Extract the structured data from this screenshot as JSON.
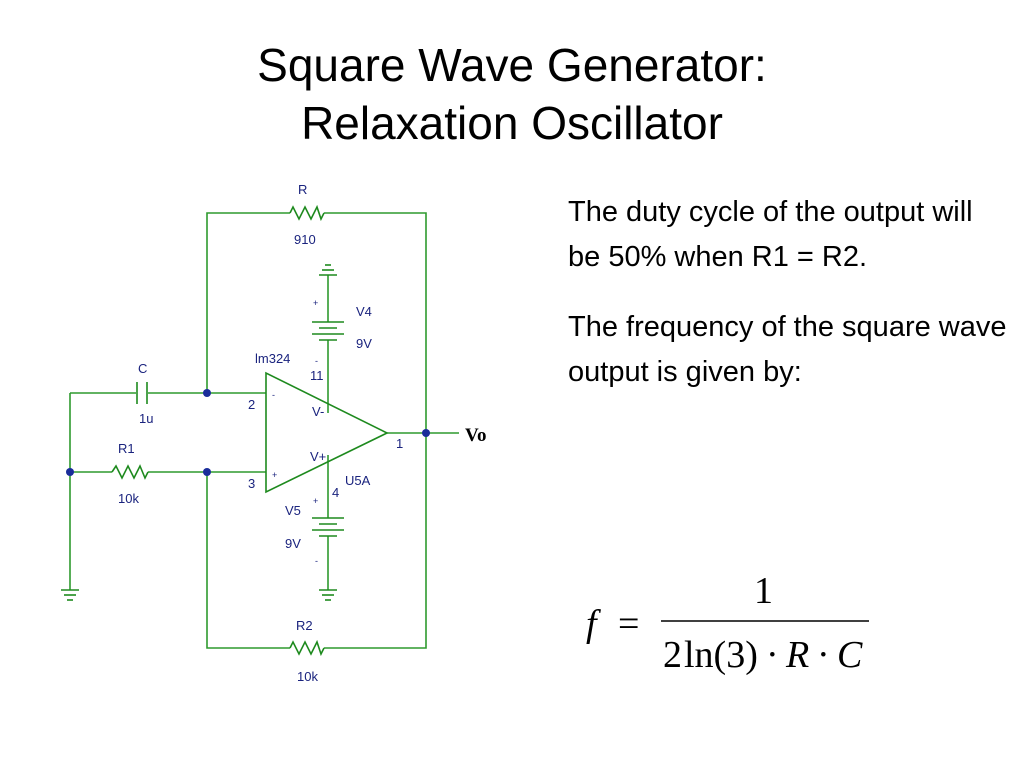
{
  "slide": {
    "title_line1": "Square Wave Generator:",
    "title_line2": "Relaxation Oscillator",
    "paragraph1": "The duty cycle of the output will be 50% when R1 = R2.",
    "paragraph2": "The frequency of the square wave output is given by:"
  },
  "circuit": {
    "r_name": "R",
    "r_value": "910",
    "v4_name": "V4",
    "v4_value": "9V",
    "v5_name": "V5",
    "v5_value": "9V",
    "opamp_name": "lm324",
    "opamp_ref": "U5A",
    "c_name": "C",
    "c_value": "1u",
    "r1_name": "R1",
    "r1_value": "10k",
    "r2_name": "R2",
    "r2_value": "10k",
    "pin_11": "11",
    "pin_2": "2",
    "pin_3": "3",
    "pin_4": "4",
    "pin_1": "1",
    "vminus": "V-",
    "vplus": "V+",
    "minus_sign": "-",
    "plus_sign": "+",
    "output_label": "Vo"
  },
  "formula": {
    "lhs": "f",
    "equals": "=",
    "numerator": "1",
    "den_two": "2",
    "den_ln": "ln(3)",
    "den_dot": "·",
    "den_r": "R",
    "den_c": "C"
  },
  "colors": {
    "wire": "#2e9a2e",
    "label": "#1a237e",
    "junction": "#1a2d9a"
  }
}
